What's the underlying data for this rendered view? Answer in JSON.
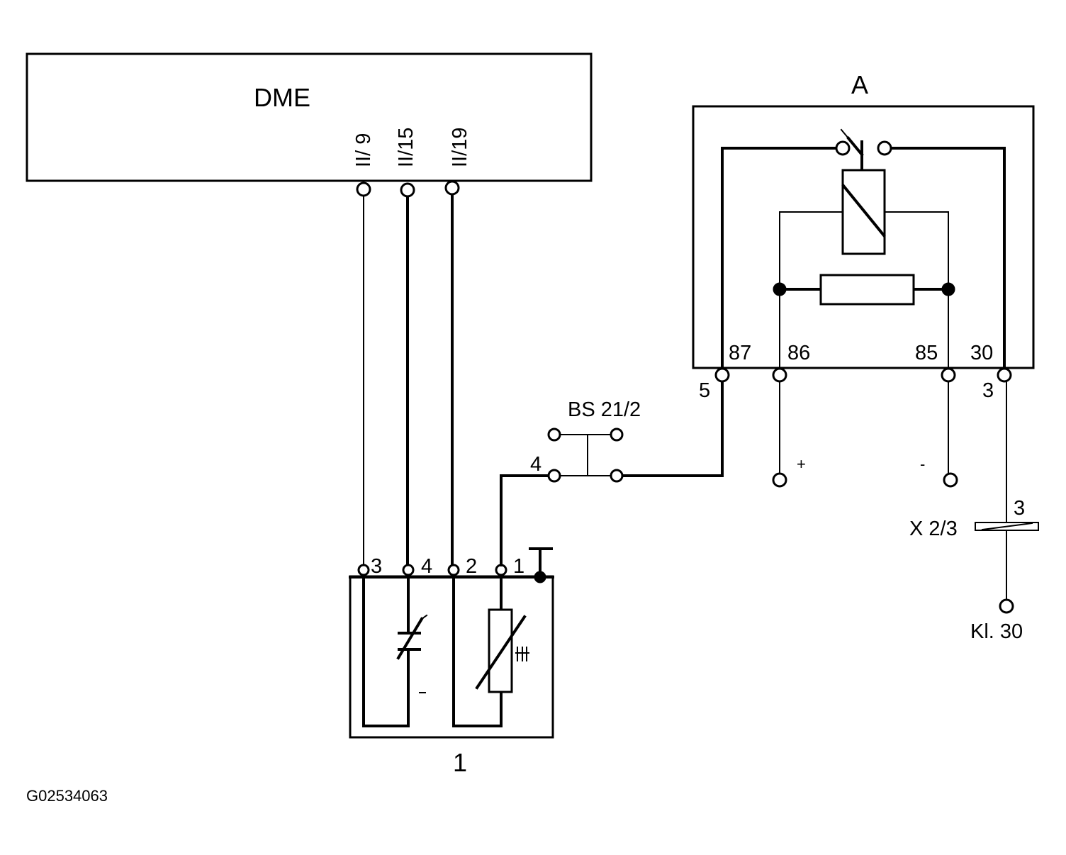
{
  "dme": {
    "title": "DME",
    "pins": [
      "II/ 9",
      "II/15",
      "II/19"
    ]
  },
  "relay": {
    "title": "A",
    "pins": [
      "87",
      "86",
      "85",
      "30"
    ],
    "connector_left": "5",
    "connector_right": "3",
    "plus": "+",
    "minus": "-"
  },
  "splice": {
    "label": "BS 21/2",
    "pin": "4"
  },
  "connector_x": {
    "label": "X 2/3",
    "pin": "3"
  },
  "battery": {
    "label": "Kl. 30"
  },
  "sensor": {
    "title": "1",
    "pins": [
      "3",
      "4",
      "2",
      "1"
    ]
  },
  "figure_id": "G02534063"
}
